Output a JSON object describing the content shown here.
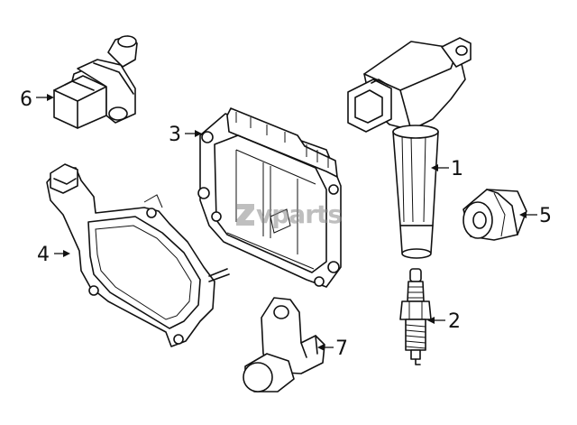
{
  "callouts": [
    {
      "id": "1",
      "label": "1",
      "part": "ignition-coil"
    },
    {
      "id": "2",
      "label": "2",
      "part": "spark-plug"
    },
    {
      "id": "3",
      "label": "3",
      "part": "engine-control-module"
    },
    {
      "id": "4",
      "label": "4",
      "part": "ecm-mounting-bracket"
    },
    {
      "id": "5",
      "label": "5",
      "part": "knock-sensor"
    },
    {
      "id": "6",
      "label": "6",
      "part": "crankshaft-position-sensor"
    },
    {
      "id": "7",
      "label": "7",
      "part": "camshaft-position-sensor"
    }
  ],
  "watermark": {
    "text": "vparts",
    "mark": "ZL-logo"
  }
}
